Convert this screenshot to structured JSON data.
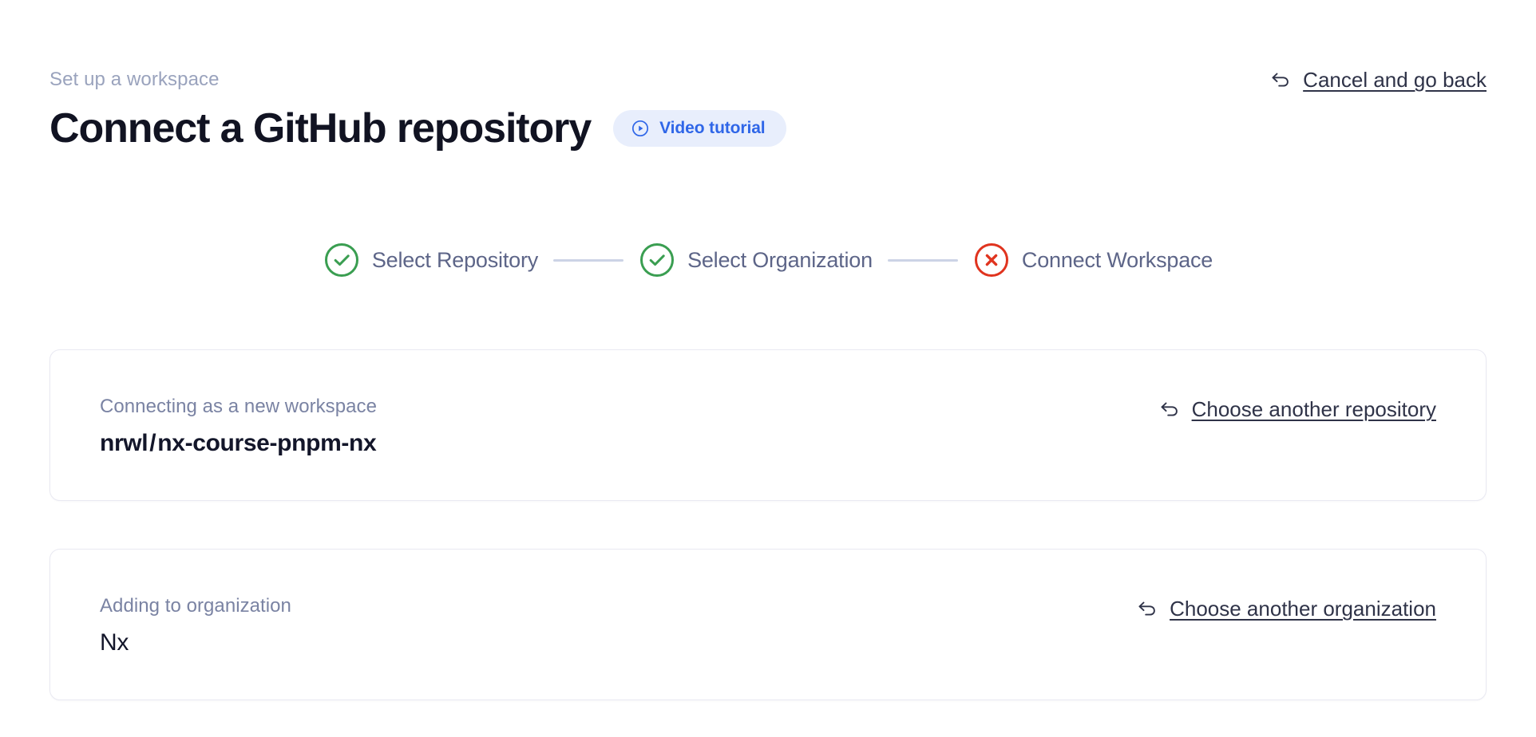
{
  "header": {
    "eyebrow": "Set up a workspace",
    "title": "Connect a GitHub repository",
    "video_badge": {
      "label": "Video tutorial",
      "icon": "play-circle-icon",
      "text_color": "#2f66e8",
      "background_color": "#e8eefc"
    },
    "cancel_link": {
      "label": "Cancel and go back",
      "icon": "back-arrow-icon"
    }
  },
  "stepper": {
    "connector_color": "#ccd3e6",
    "steps": [
      {
        "label": "Select Repository",
        "state": "complete",
        "icon": "check-circle-icon",
        "color": "#3a9e51"
      },
      {
        "label": "Select Organization",
        "state": "complete",
        "icon": "check-circle-icon",
        "color": "#3a9e51"
      },
      {
        "label": "Connect Workspace",
        "state": "error",
        "icon": "x-circle-icon",
        "color": "#e0341f"
      }
    ]
  },
  "cards": {
    "repository": {
      "caption": "Connecting as a new workspace",
      "owner": "nrwl",
      "separator": "/",
      "name": "nx-course-pnpm-nx",
      "link": {
        "label": "Choose another repository",
        "icon": "back-arrow-icon"
      }
    },
    "organization": {
      "caption": "Adding to organization",
      "value": "Nx",
      "link": {
        "label": "Choose another organization",
        "icon": "back-arrow-icon"
      }
    }
  }
}
